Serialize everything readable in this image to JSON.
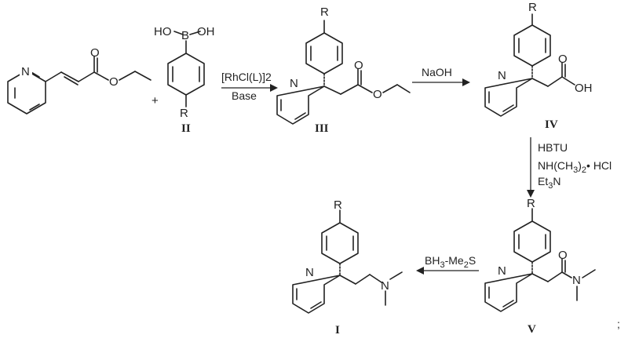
{
  "atoms": {
    "N": "N",
    "O": "O",
    "OH": "OH",
    "HO": "HO",
    "B": "B",
    "R": "R"
  },
  "compounds": {
    "II": "II",
    "III": "III",
    "IV": "IV",
    "V": "V",
    "I": "I"
  },
  "steps": {
    "step1": {
      "catalyst": "[RhCl(L)]2",
      "base": "Base"
    },
    "step2": {
      "reagent": "NaOH"
    },
    "step3": {
      "line1": "HBTU",
      "line2_main": "NH(CH",
      "line2_sub": "3",
      "line2_rest": ")",
      "line2_sub2": "2",
      "line2_tail": "• HCl",
      "line3_main": "Et",
      "line3_sub": "3",
      "line3_tail": "N"
    },
    "step4": {
      "main": "BH",
      "sub": "3",
      "tail": "-Me",
      "sub2": "2",
      "end": "S"
    }
  },
  "plus_sign": "+",
  "trailing_mark": ";"
}
